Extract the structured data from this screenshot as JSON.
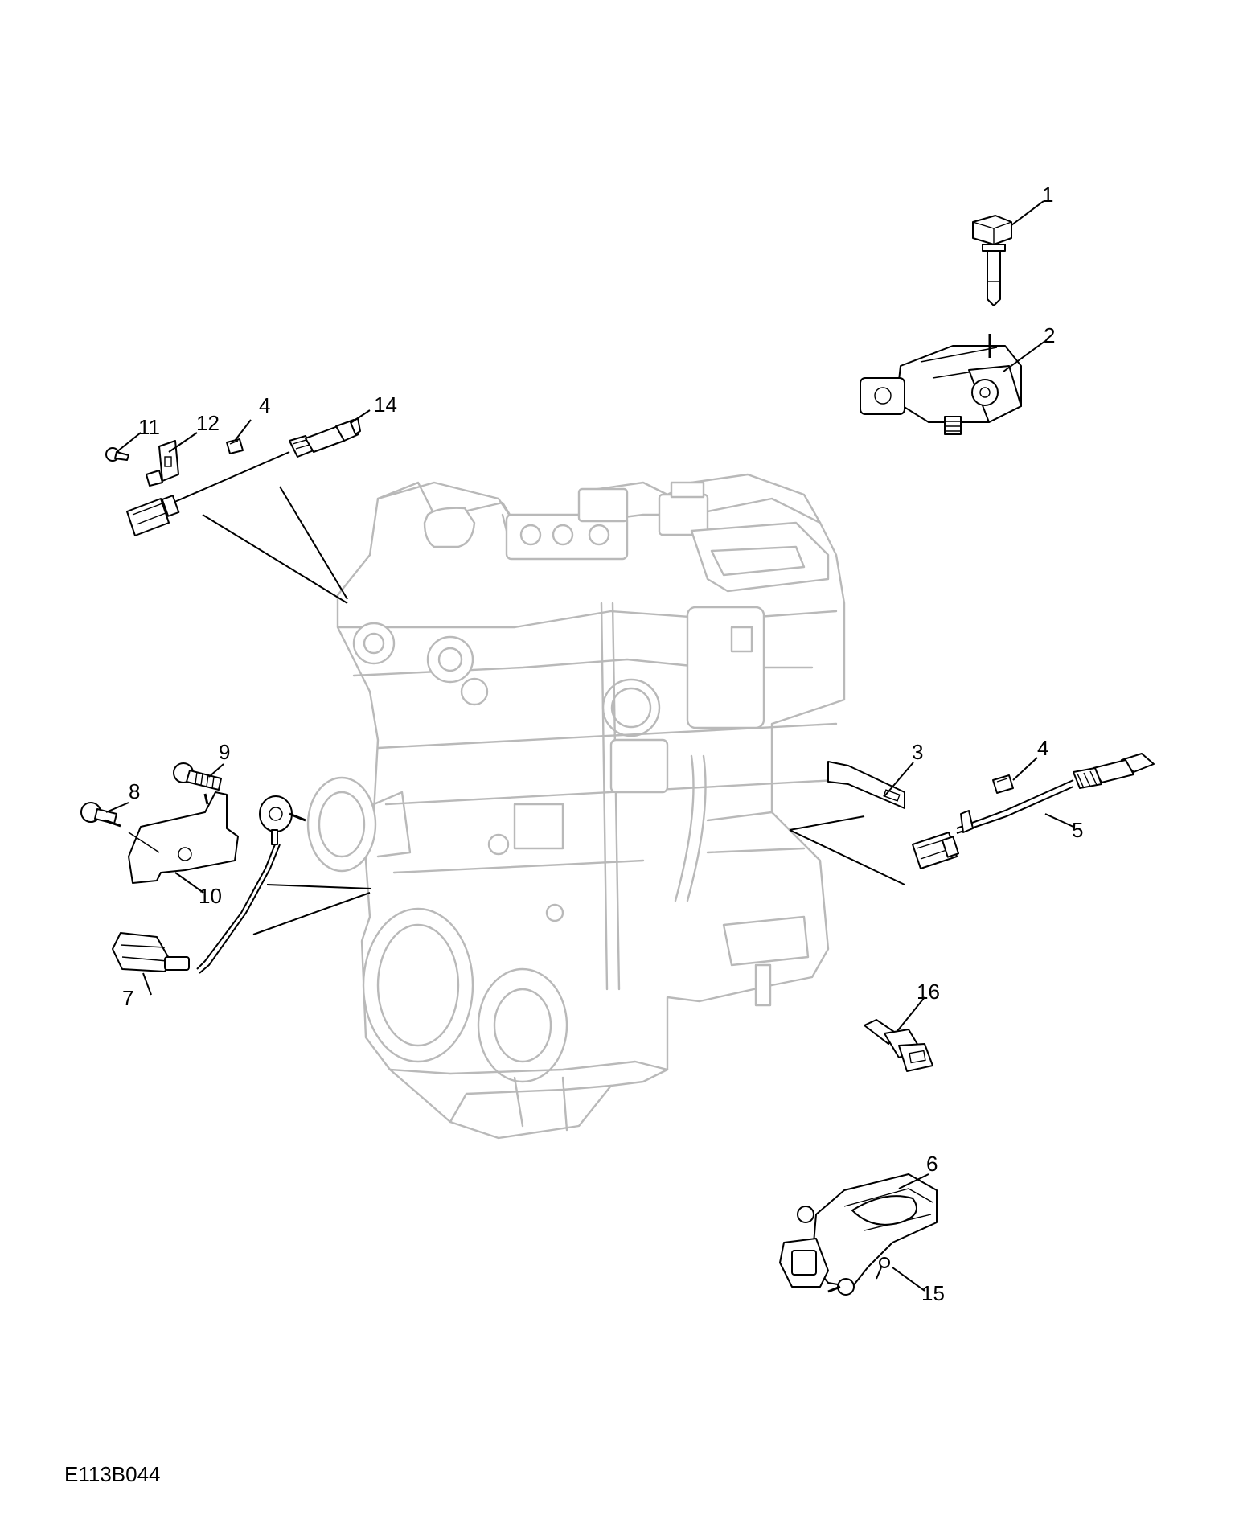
{
  "diagram": {
    "drawing_code": "E113B044",
    "callouts": [
      {
        "id": "c1",
        "label": "1"
      },
      {
        "id": "c2",
        "label": "2"
      },
      {
        "id": "c3",
        "label": "3"
      },
      {
        "id": "c4a",
        "label": "4"
      },
      {
        "id": "c4b",
        "label": "4"
      },
      {
        "id": "c5",
        "label": "5"
      },
      {
        "id": "c6",
        "label": "6"
      },
      {
        "id": "c7",
        "label": "7"
      },
      {
        "id": "c8",
        "label": "8"
      },
      {
        "id": "c9",
        "label": "9"
      },
      {
        "id": "c10",
        "label": "10"
      },
      {
        "id": "c11",
        "label": "11"
      },
      {
        "id": "c12",
        "label": "12"
      },
      {
        "id": "c14",
        "label": "14"
      },
      {
        "id": "c15",
        "label": "15"
      },
      {
        "id": "c16",
        "label": "16"
      }
    ],
    "colors": {
      "engine_outline": "#b9b9b9",
      "part_outline": "#000000",
      "background": "#ffffff"
    }
  }
}
